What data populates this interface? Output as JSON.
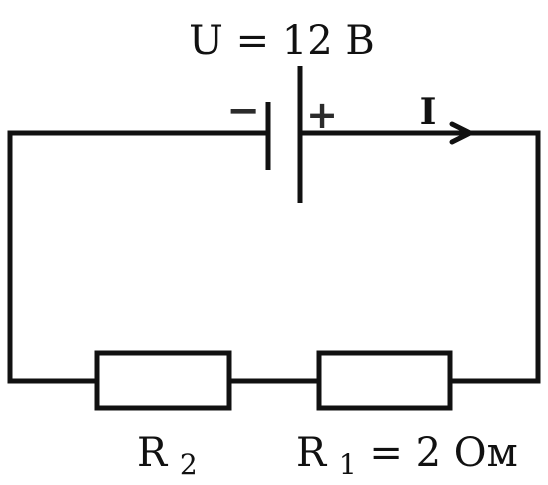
{
  "source_label": "U = 12 В",
  "battery": {
    "negative_sign": "−",
    "positive_sign": "+"
  },
  "current_label": "I",
  "resistor_left": {
    "name": "R",
    "subscript": "2"
  },
  "resistor_right": {
    "name": "R",
    "subscript": "1",
    "value": " = 2 Ом"
  },
  "colors": {
    "wire": "#111111",
    "background": "#ffffff"
  }
}
